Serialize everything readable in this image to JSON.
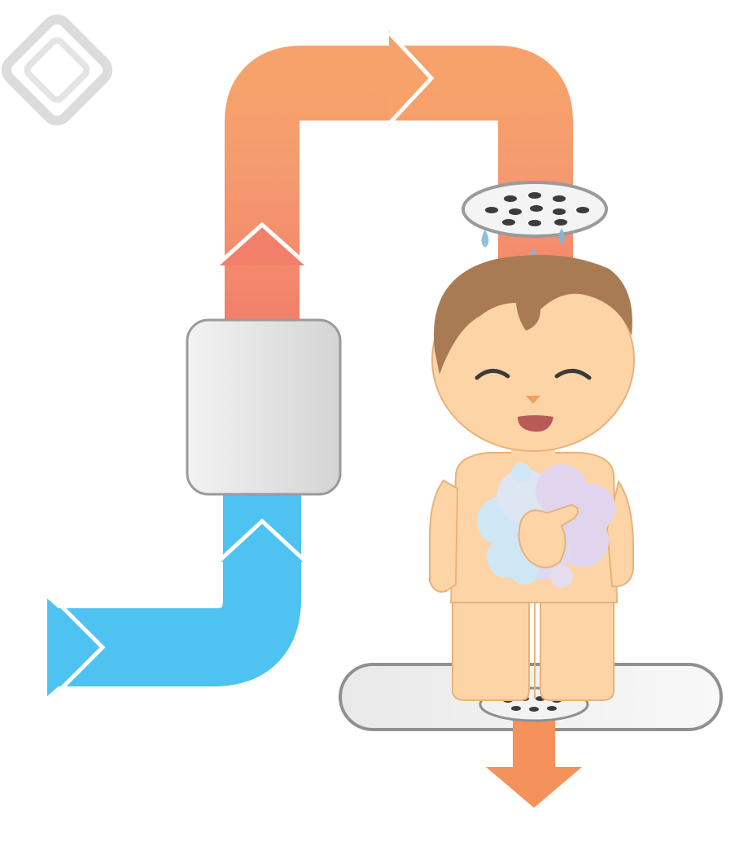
{
  "title": "",
  "colors": {
    "cold_water": "#4ec3f2",
    "hot_water": "#f4a06a",
    "hot_water_light": "#f6937c",
    "heater_fill": "#e6e6e6",
    "heater_stroke": "#9a9a9a",
    "skin": "#fdd4a6",
    "hair": "#a97b55",
    "water_drop": "#7fb6d8",
    "foam_blue": "#cfe6f5",
    "foam_lilac": "#e1d5ee",
    "drain_arrow": "#f5915a",
    "shower_tray": "#f0f0f0",
    "logo": "#d9d9d9"
  },
  "components": {
    "inlet": "cold-water-inlet-pipe",
    "heater": "water-heater-unit",
    "outlet": "hot-water-pipe",
    "shower_head": "shower-head",
    "person": "person-showering",
    "tray": "shower-tray",
    "drain": "drain-outflow-arrow"
  },
  "icons": [
    "corner-logo",
    "shower-head-icon",
    "drain-icon"
  ]
}
